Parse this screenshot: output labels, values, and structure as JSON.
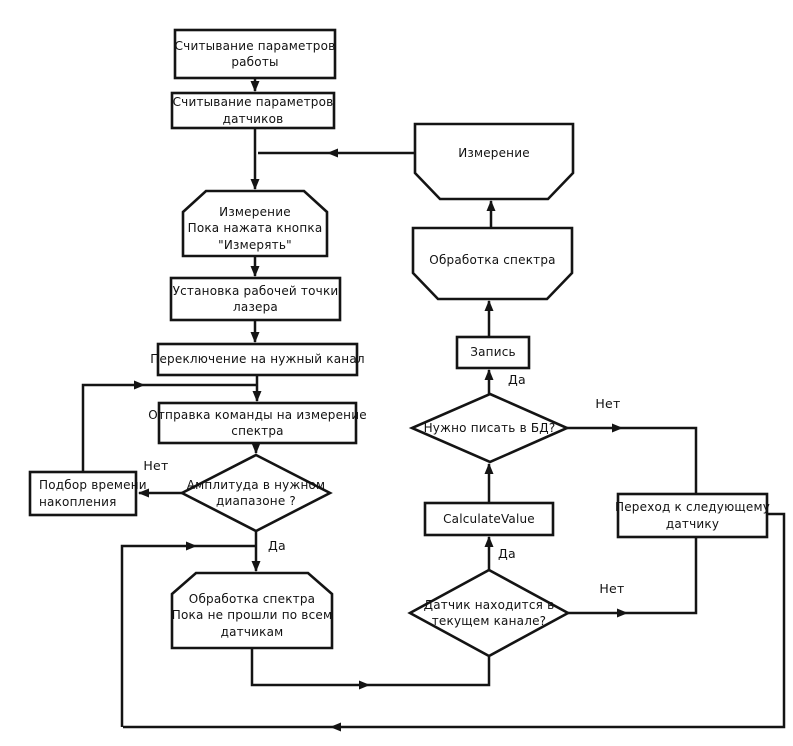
{
  "diagram": {
    "nodes": [
      {
        "id": "read-work-params",
        "type": "process",
        "label": "Считывание параметров\nработы"
      },
      {
        "id": "read-sensor-params",
        "type": "process",
        "label": "Считывание параметров\nдатчиков"
      },
      {
        "id": "loop-measure-button",
        "type": "loop-start",
        "label": "Измерение\nПока нажата кнопка\n\"Измерять\""
      },
      {
        "id": "set-laser-point",
        "type": "process",
        "label": "Установка рабочей точки\nлазера"
      },
      {
        "id": "switch-channel",
        "type": "process",
        "label": "Переключение на нужный канал"
      },
      {
        "id": "send-measure-command",
        "type": "process",
        "label": "Отправка команды на измерение\nспектра"
      },
      {
        "id": "decision-amplitude",
        "type": "decision",
        "label": "Амплитуда в нужном\nдиапазоне ?"
      },
      {
        "id": "adjust-accumulation",
        "type": "process",
        "label": "Подбор времени\nнакопления"
      },
      {
        "id": "loop-process-sensors",
        "type": "loop-start",
        "label": "Обработка спектра\nПока не прошли по всем\nдатчикам"
      },
      {
        "id": "loop-end-measure",
        "type": "loop-end",
        "label": "Измерение"
      },
      {
        "id": "loop-end-process",
        "type": "loop-end",
        "label": "Обработка спектра"
      },
      {
        "id": "write-record",
        "type": "process",
        "label": "Запись"
      },
      {
        "id": "decision-write-db",
        "type": "decision",
        "label": "Нужно писать в БД?"
      },
      {
        "id": "calculate-value",
        "type": "process",
        "label": "CalculateValue"
      },
      {
        "id": "next-sensor",
        "type": "process",
        "label": "Переход к следующему\nдатчику"
      },
      {
        "id": "decision-sensor-channel",
        "type": "decision",
        "label": "Датчик находится в\nтекущем канале?"
      }
    ],
    "branch_labels": [
      {
        "text": "Нет"
      },
      {
        "text": "Да"
      },
      {
        "text": "Да"
      },
      {
        "text": "Нет"
      },
      {
        "text": "Да"
      },
      {
        "text": "Нет"
      }
    ],
    "edges": [
      {
        "from": "read-work-params",
        "to": "read-sensor-params"
      },
      {
        "from": "read-sensor-params",
        "to": "loop-measure-button"
      },
      {
        "from": "loop-end-measure",
        "to": "loop-measure-button"
      },
      {
        "from": "loop-measure-button",
        "to": "set-laser-point"
      },
      {
        "from": "set-laser-point",
        "to": "switch-channel"
      },
      {
        "from": "switch-channel",
        "to": "send-measure-command"
      },
      {
        "from": "adjust-accumulation",
        "to": "send-measure-command"
      },
      {
        "from": "send-measure-command",
        "to": "decision-amplitude"
      },
      {
        "from": "decision-amplitude",
        "to": "adjust-accumulation",
        "label": "Нет"
      },
      {
        "from": "decision-amplitude",
        "to": "loop-process-sensors",
        "label": "Да"
      },
      {
        "from": "loop-process-sensors",
        "to": "decision-sensor-channel"
      },
      {
        "from": "decision-sensor-channel",
        "to": "calculate-value",
        "label": "Да"
      },
      {
        "from": "decision-sensor-channel",
        "to": "next-sensor",
        "label": "Нет"
      },
      {
        "from": "calculate-value",
        "to": "decision-write-db"
      },
      {
        "from": "decision-write-db",
        "to": "write-record",
        "label": "Да"
      },
      {
        "from": "decision-write-db",
        "to": "next-sensor",
        "label": "Нет"
      },
      {
        "from": "write-record",
        "to": "loop-end-process"
      },
      {
        "from": "loop-end-process",
        "to": "loop-end-measure"
      },
      {
        "from": "next-sensor",
        "to": "loop-process-sensors"
      }
    ]
  },
  "colors": {
    "line": "#141414",
    "background": "#ffffff",
    "text": "#121212"
  }
}
